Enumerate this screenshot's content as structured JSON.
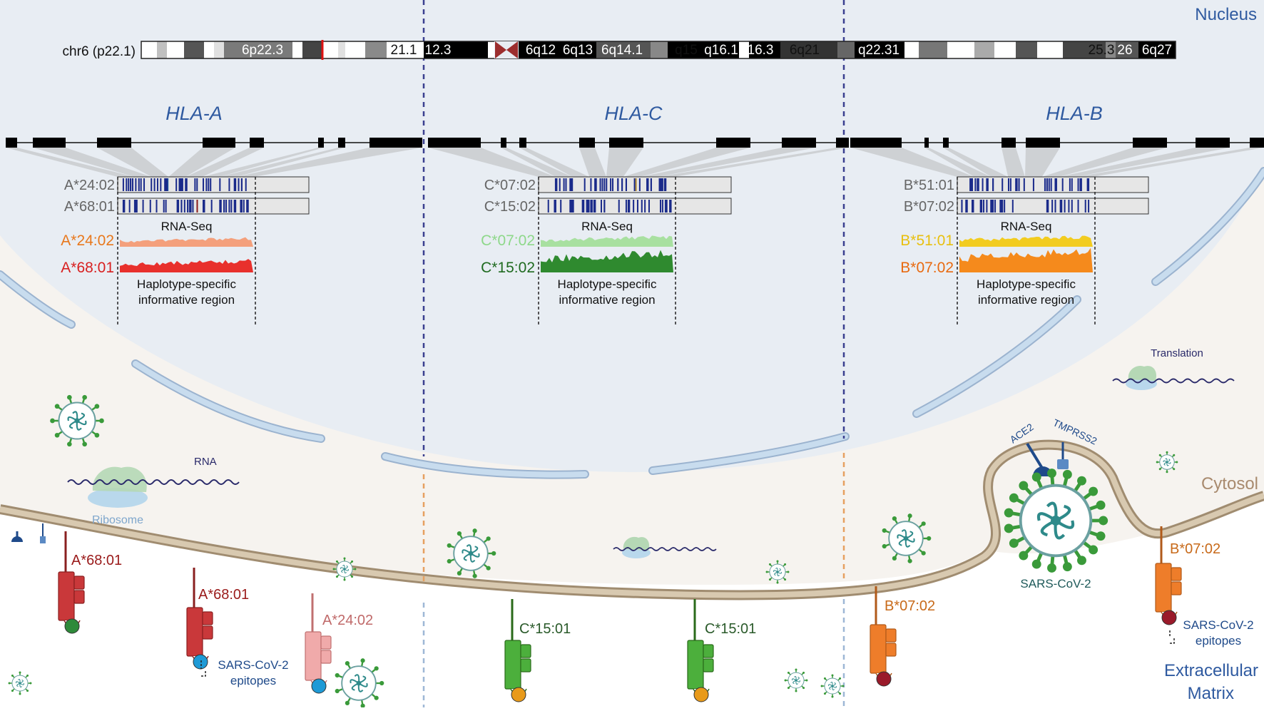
{
  "colors": {
    "nucleus_bg": "#e8edf3",
    "cytosol_bg": "#f6f3ef",
    "extracellular_bg": "#ffffff",
    "membrane": "#c9b89c",
    "envelope_pore": "#c8dcee",
    "nucleus_label": "#2f5aa0",
    "gene_label": "#2f5aa0",
    "dashed_top": "#3a3f8f",
    "dashed_mid": "#e6a060",
    "dashed_bottom": "#9eb7d6",
    "a2402": "#f4a07c",
    "a6801": "#e8302c",
    "c0702": "#a8e0a0",
    "c1502": "#2f8a2f",
    "b5101": "#f2cc20",
    "b0702": "#f58a1c",
    "hla_a_mol": "#c9383a",
    "hla_a2402_mol": "#f0aaaa",
    "hla_c_mol": "#4caf3c",
    "hla_b_mol": "#ee7d2a",
    "virus": "#2e8a6a"
  },
  "labels": {
    "nucleus": "Nucleus",
    "cytosol": "Cytosol",
    "extracellular_line1": "Extracellular",
    "extracellular_line2": "Matrix",
    "chrom_label": "chr6 (p22.1)",
    "translation": "Translation",
    "rna": "RNA",
    "ribosome": "Ribosome",
    "ace2": "ACE2",
    "tmprss2": "TMPRSS2",
    "sars": "SARS-CoV-2",
    "epitopes_line1": "SARS-CoV-2",
    "epitopes_line2": "epitopes"
  },
  "chromosome_bands": [
    "6p22.3",
    "21.1",
    "12.3",
    "6q12",
    "6q13",
    "6q14.1",
    "q15",
    "q16.1",
    "16.3",
    "6q21",
    "q22.31",
    "25.3",
    "26",
    "6q27"
  ],
  "genes": [
    {
      "name": "HLA-A",
      "allele1": "A*24:02",
      "allele2": "A*68:01",
      "rnaseq": "RNA-Seq",
      "cov1": "A*24:02",
      "cov2": "A*68:01",
      "region_line1": "Haplotype-specific",
      "region_line2": "informative region"
    },
    {
      "name": "HLA-C",
      "allele1": "C*07:02",
      "allele2": "C*15:02",
      "rnaseq": "RNA-Seq",
      "cov1": "C*07:02",
      "cov2": "C*15:02",
      "region_line1": "Haplotype-specific",
      "region_line2": "informative region"
    },
    {
      "name": "HLA-B",
      "allele1": "B*51:01",
      "allele2": "B*07:02",
      "rnaseq": "RNA-Seq",
      "cov1": "B*51:01",
      "cov2": "B*07:02",
      "region_line1": "Haplotype-specific",
      "region_line2": "informative region"
    }
  ],
  "mhc_molecules": [
    {
      "label": "A*68:01",
      "color": "#c9383a",
      "peptide": "#2e8a3a"
    },
    {
      "label": "A*68:01",
      "color": "#c9383a",
      "peptide": "#1e9ad6"
    },
    {
      "label": "A*24:02",
      "color": "#f0aaaa",
      "peptide": "#1e9ad6"
    },
    {
      "label": "C*15:01",
      "color": "#4caf3c",
      "peptide": "#e89a1a"
    },
    {
      "label": "C*15:01",
      "color": "#4caf3c",
      "peptide": "#e89a1a"
    },
    {
      "label": "B*07:02",
      "color": "#ee7d2a",
      "peptide": "#9a1a2a"
    },
    {
      "label": "B*07:02",
      "color": "#ee7d2a",
      "peptide": "#9a1a2a"
    }
  ]
}
